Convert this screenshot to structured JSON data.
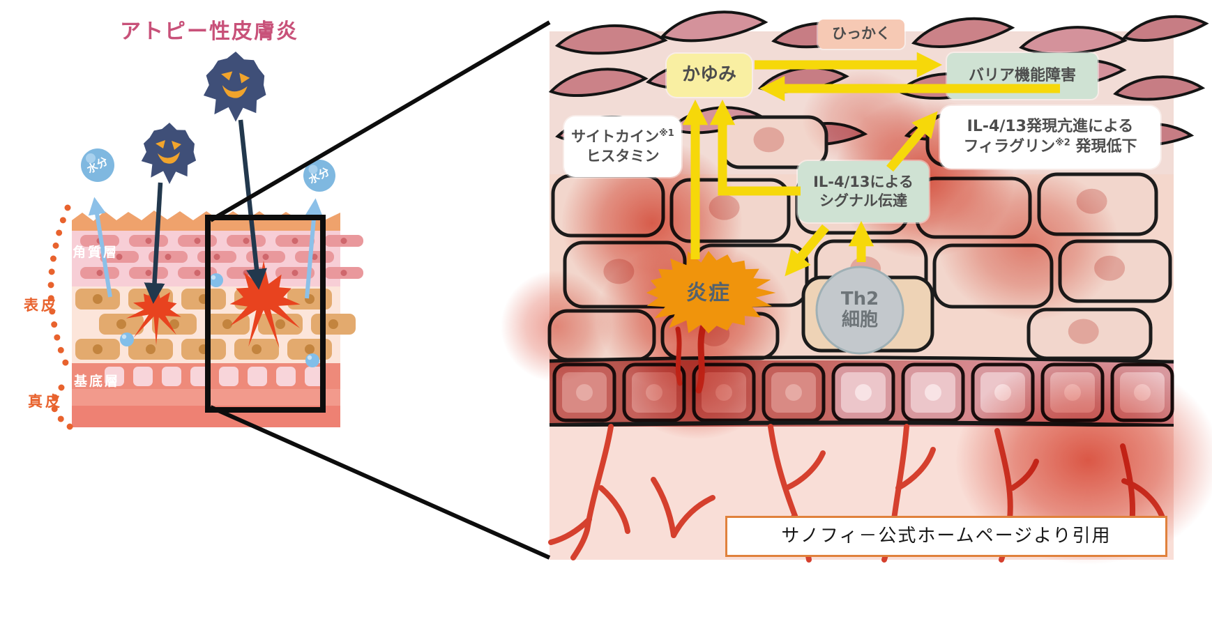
{
  "title": "アトピー性皮膚炎",
  "left_diagram": {
    "moisture_label": "水分",
    "layers": {
      "stratum_corneum": "角質層",
      "epidermis": "表皮",
      "basal_layer": "基底層",
      "dermis": "真皮"
    }
  },
  "right_panel": {
    "boxes": {
      "scratch": "ひっかく",
      "itch": "かゆみ",
      "barrier": "バリア機能障害",
      "cytokine_line1": "サイトカイン",
      "cytokine_sup": "※1",
      "cytokine_line2": "ヒスタミン",
      "filaggrin_line1": "IL-4/13発現亢進による",
      "filaggrin_line2_word": "フィラグリン",
      "filaggrin_sup": "※2",
      "filaggrin_line2_rest": " 発現低下",
      "signal_line1": "IL-4/13による",
      "signal_line2": "シグナル伝達",
      "inflammation": "炎症",
      "th2_line1": "Th2",
      "th2_line2": "細胞"
    },
    "citation": "サノフィ－公式ホームページより引用"
  },
  "colors": {
    "title_pink": "#c85179",
    "arrow_yellow": "#f6d80a",
    "scratch_box": "#f6c9b4",
    "itch_box": "#f9efa2",
    "green_box": "#cfe2d3",
    "inflammation_orange": "#f0940c",
    "th2_gray": "#c3c8cc",
    "citation_border": "#e0813c",
    "allergen_navy": "#3f4f78",
    "burst_red": "#e8431f",
    "moisture_blue": "#7fb8e0",
    "vessel_red": "#d5402e",
    "label_orange": "#e8632e"
  }
}
